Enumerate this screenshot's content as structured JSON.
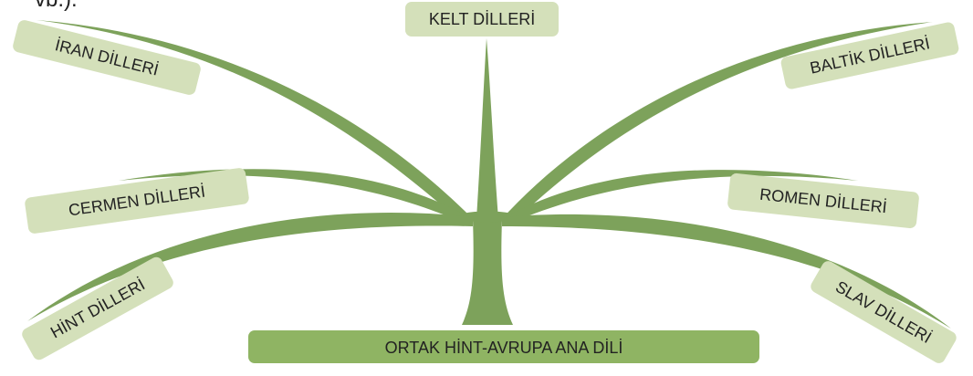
{
  "top_text": "vb.).",
  "root": {
    "label": "ORTAK HİNT-AVRUPA ANA DİLİ"
  },
  "branches": [
    {
      "id": "kelt",
      "label": "KELT DİLLERİ"
    },
    {
      "id": "iran",
      "label": "İRAN DİLLERİ"
    },
    {
      "id": "baltik",
      "label": "BALTİK DİLLERİ"
    },
    {
      "id": "cermen",
      "label": "CERMEN DİLLERİ"
    },
    {
      "id": "romen",
      "label": "ROMEN DİLLERİ"
    },
    {
      "id": "hint",
      "label": "HİNT DİLLERİ"
    },
    {
      "id": "slav",
      "label": "SLAV DİLLERİ"
    }
  ],
  "colors": {
    "branch": "#7da25b",
    "root_box": "#8fb463",
    "label_box": "#d4e0ba"
  }
}
